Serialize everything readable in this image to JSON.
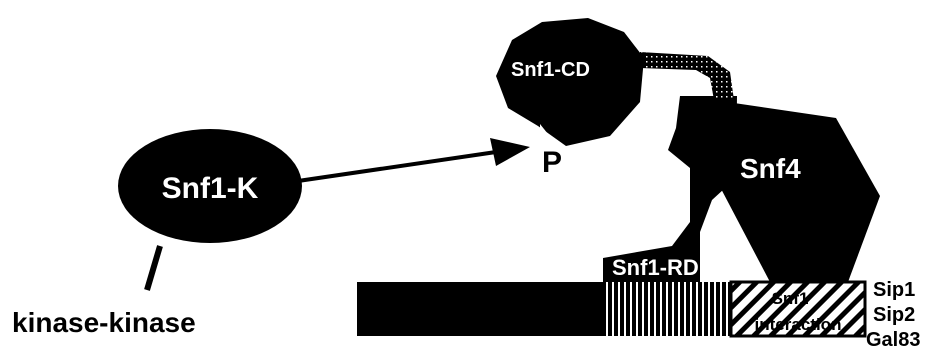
{
  "labels": {
    "kinase": "Snf1-K",
    "kinase_kinase": "kinase-kinase",
    "phospho": "P",
    "catalytic_domain": "Snf1-CD",
    "regulatory_domain": "Snf1-RD",
    "snf4": "Snf4",
    "sip_domain_line1": "Snf1",
    "sip_domain_line2": "interaction",
    "sip1": "Sip1",
    "sip2": "Sip2",
    "gal83": "Gal83"
  },
  "colors": {
    "ink": "#000000",
    "background": "#ffffff"
  }
}
